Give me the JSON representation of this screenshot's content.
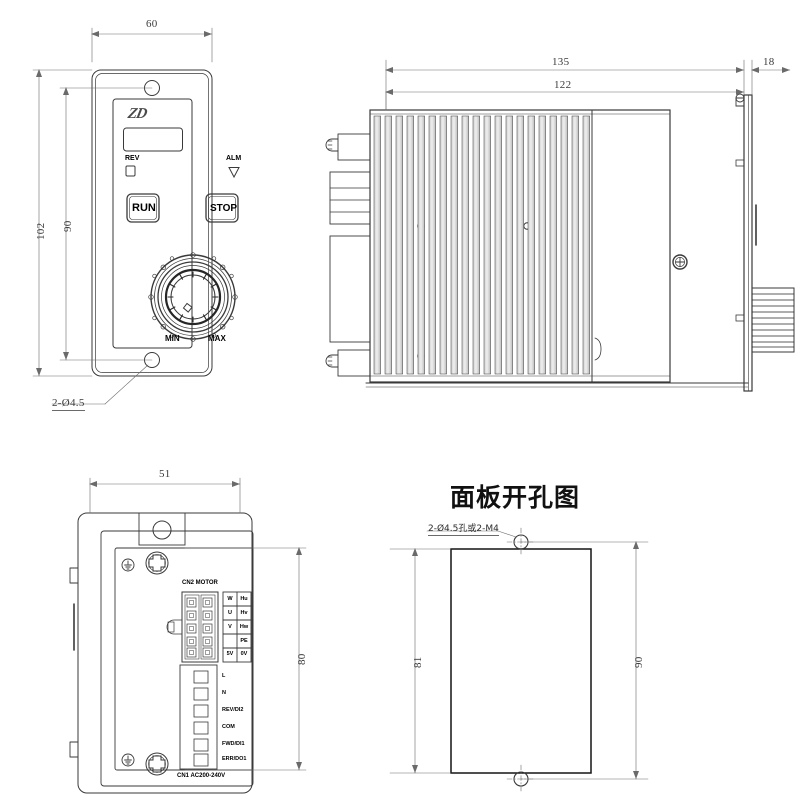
{
  "drawing": {
    "type": "mechanical-dimension-drawing",
    "product": "ZD panel-mount motor speed controller",
    "units": "mm",
    "views": [
      {
        "id": "front",
        "name": "Front panel view"
      },
      {
        "id": "side",
        "name": "Side section view"
      },
      {
        "id": "rear",
        "name": "Rear terminal view"
      },
      {
        "id": "cutout",
        "name": "Panel cutout diagram"
      }
    ]
  },
  "front_view": {
    "brand_logo": "ZD",
    "dimensions": {
      "width": "60",
      "height_outer": "102",
      "height_holes": "90"
    },
    "hole_note": "2-Ø4.5",
    "indicators": [
      {
        "label": "REV",
        "shape": "square"
      },
      {
        "label": "ALM",
        "shape": "triangle"
      }
    ],
    "buttons": [
      {
        "label": "RUN"
      },
      {
        "label": "STOP"
      }
    ],
    "knob": {
      "min_label": "MIN",
      "max_label": "MAX"
    }
  },
  "side_view": {
    "dimensions": {
      "total_depth": "135",
      "body_depth": "122",
      "plate_thickness": "18"
    }
  },
  "rear_view": {
    "dimensions": {
      "width": "51",
      "height": "80"
    },
    "connectors": [
      {
        "name": "CN2 MOTOR",
        "rows": [
          {
            "left": "W",
            "right": "Hu"
          },
          {
            "left": "U",
            "right": "Hv"
          },
          {
            "left": "V",
            "right": "Hw"
          },
          {
            "left": "",
            "right": "PE"
          },
          {
            "left": "5V",
            "right": "0V"
          }
        ]
      },
      {
        "name": "CN1 AC200-240V",
        "terminals": [
          "L",
          "N",
          "REV/DI2",
          "COM",
          "FWD/DI1",
          "ERR/DO1"
        ]
      }
    ]
  },
  "cutout_view": {
    "title": "面板开孔图",
    "hole_note": "2-Ø4.5孔或2-M4",
    "dimensions": {
      "cutout_height": "81",
      "hole_pitch": "90"
    }
  },
  "colors": {
    "line": "#3a3a3a",
    "dim_line": "#6a6a6a",
    "fin_fill": "#d8d8d8",
    "background": "#ffffff"
  }
}
